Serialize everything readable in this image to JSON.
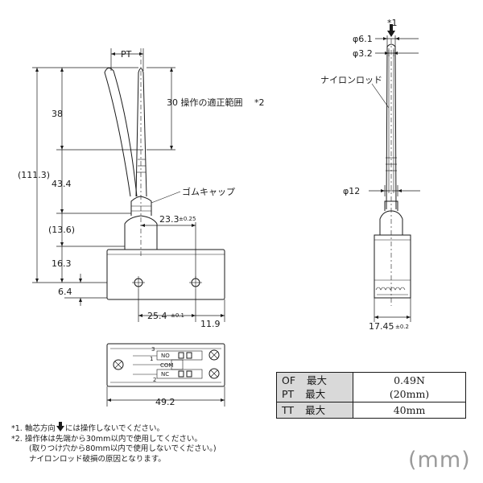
{
  "front_view": {
    "pt_label": "PT",
    "dim_38": "38",
    "operating_range": "30 操作の適正範囲",
    "operating_range_note": "*2",
    "dim_111_3": "(111.3)",
    "dim_43_4": "43.4",
    "rubber_cap": "ゴムキャップ",
    "dim_23_3": "23.3",
    "tol_23_3": "±0.25",
    "dim_13_6": "(13.6)",
    "dim_16_3": "16.3",
    "dim_6_4": "6.4",
    "dim_25_4": "25.4",
    "tol_25_4": "±0.1",
    "dim_11_9": "11.9"
  },
  "side_view": {
    "note_mark": "*1",
    "phi_6_1": "φ6.1",
    "phi_3_2": "φ3.2",
    "nylon_rod": "ナイロンロッド",
    "phi_12": "φ12",
    "dim_17_45": "17.45",
    "tol_17_45": "±0.2"
  },
  "bottom_view": {
    "terminal_3": "3",
    "terminal_1": "1",
    "terminal_2": "2",
    "no_upper": "NO",
    "com": "COM",
    "nc": "NC",
    "dim_49_2": "49.2"
  },
  "spec_table": {
    "of_label": "OF",
    "pt_label": "PT",
    "tt_label": "TT",
    "max_label": "最大",
    "of_value": "0.49N",
    "pt_value": "(20mm)",
    "tt_value": "40mm"
  },
  "notes": {
    "n1_prefix": "*1. 軸芯方向",
    "n1_suffix": "には操作しないでください。",
    "n2_line1": "*2. 操作体は先端から30mm以内で使用してください。",
    "n2_line2": "(取りつけ穴から80mm以内で使用しないでください。)",
    "n2_line3": "ナイロンロッド破損の原因となります。"
  },
  "unit_label": "(mm)"
}
